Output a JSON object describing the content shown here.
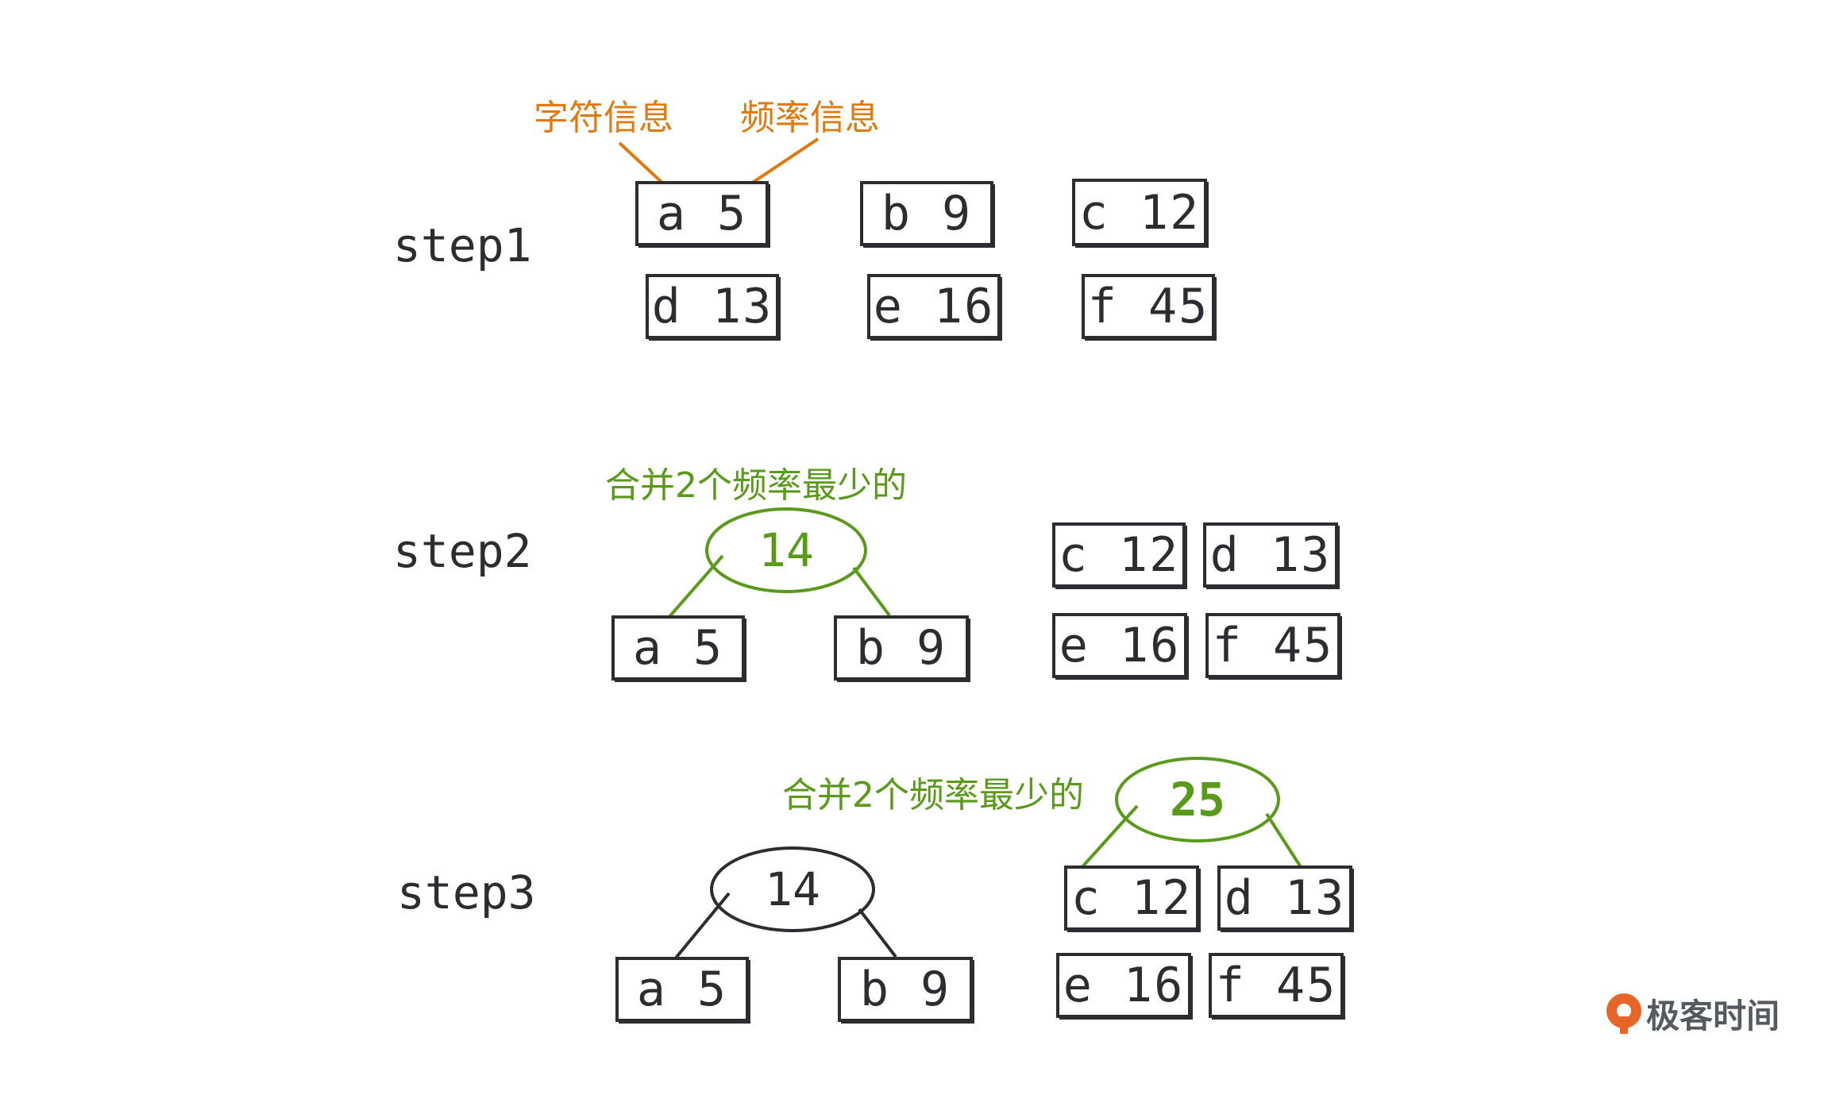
{
  "annotations": {
    "char_info": "字符信息",
    "freq_info": "频率信息",
    "merge_note_step2": "合并2个频率最少的",
    "merge_note_step3": "合并2个频率最少的"
  },
  "steps": {
    "step1": "step1",
    "step2": "step2",
    "step3": "step3"
  },
  "step1_nodes": [
    "a 5",
    "b 9",
    "c 12",
    "d 13",
    "e 16",
    "f 45"
  ],
  "step2": {
    "parent": "14",
    "children": [
      "a 5",
      "b 9"
    ],
    "remaining": [
      "c 12",
      "d 13",
      "e 16",
      "f 45"
    ]
  },
  "step3": {
    "parent_left": "14",
    "children_left": [
      "a 5",
      "b 9"
    ],
    "parent_right": "25",
    "children_right": [
      "c 12",
      "d 13"
    ],
    "remaining": [
      "e 16",
      "f 45"
    ]
  },
  "logo": {
    "text": "极客时间"
  },
  "colors": {
    "ink": "#2b2d31",
    "orange": "#e07a10",
    "green": "#5a9a1a",
    "logo": "#e8652a"
  }
}
